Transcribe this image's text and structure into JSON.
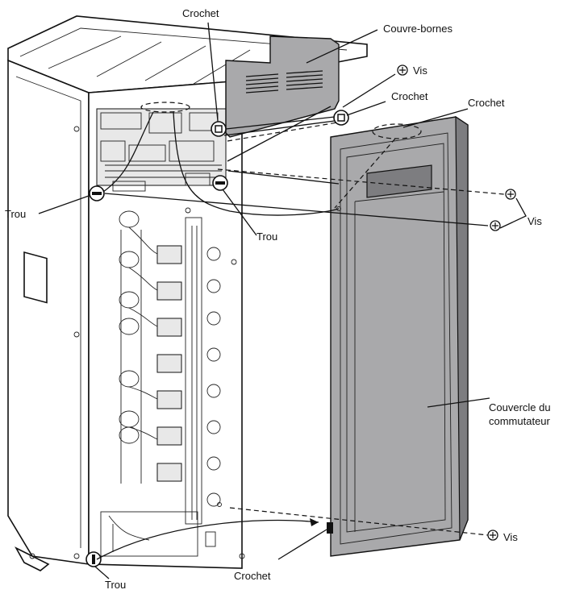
{
  "labels": {
    "crochet_top": "Crochet",
    "couvre_bornes": "Couvre-bornes",
    "vis_top": "Vis",
    "crochet_mid": "Crochet",
    "crochet_right": "Crochet",
    "trou_left": "Trou",
    "trou_mid": "Trou",
    "vis_right": "Vis",
    "couvercle_line1": "Couvercle du",
    "couvercle_line2": "commutateur",
    "vis_bottom": "Vis",
    "trou_bottom": "Trou",
    "crochet_bottom": "Crochet"
  },
  "colors": {
    "cover_fill": "#a9a9ab",
    "cover_dark": "#7d7d80",
    "line": "#111111"
  }
}
